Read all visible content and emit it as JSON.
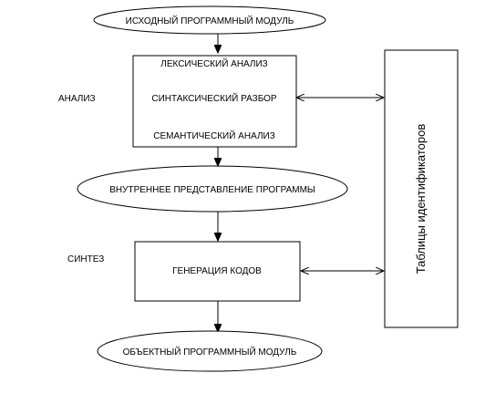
{
  "diagram": {
    "source_module": "ИСХОДНЫЙ ПРОГРАММНЫЙ МОДУЛЬ",
    "analysis_label": "АНАЛИЗ",
    "analysis_steps": [
      "ЛЕКСИЧЕСКИЙ АНАЛИЗ",
      "СИНТАКСИЧЕСКИЙ РАЗБОР",
      "СЕМАНТИЧЕСКИЙ АНАЛИЗ"
    ],
    "internal_representation": "ВНУТРЕННЕЕ ПРЕДСТАВЛЕНИЕ ПРОГРАММЫ",
    "synthesis_label": "СИНТЕЗ",
    "code_generation": "ГЕНЕРАЦИЯ КОДОВ",
    "object_module": "ОБЪЕКТНЫЙ ПРОГРАММНЫЙ МОДУЛЬ",
    "identifier_tables": "Таблицы идентификаторов"
  }
}
